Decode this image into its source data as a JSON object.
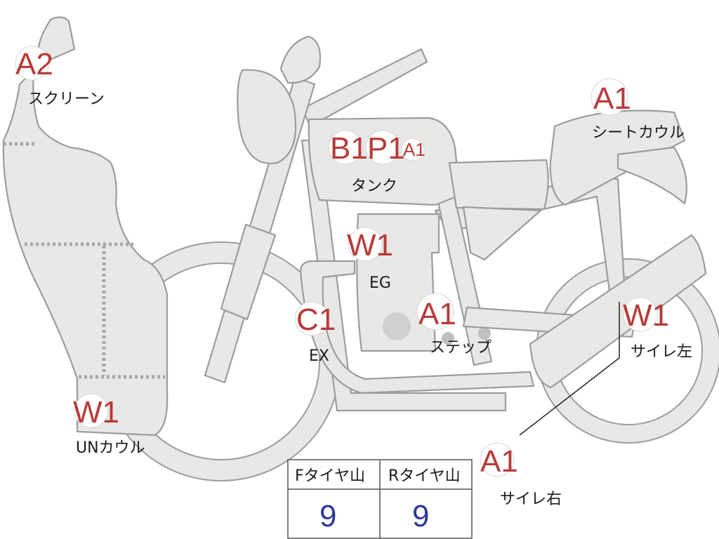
{
  "labels": {
    "screen": {
      "grade": "A2",
      "part": "スクリーン"
    },
    "seat_cowl": {
      "grade": "A1",
      "part": "シートカウル"
    },
    "tank": {
      "grades": [
        "B1",
        "P1",
        "A1"
      ],
      "part": "タンク"
    },
    "engine": {
      "grade": "W1",
      "part": "EG"
    },
    "exhaust": {
      "grade": "C1",
      "part": "EX"
    },
    "step": {
      "grade": "A1",
      "part": "ステップ"
    },
    "muffler_l": {
      "grade": "W1",
      "part": "サイレ左"
    },
    "muffler_r": {
      "grade": "A1",
      "part": "サイレ右"
    },
    "under_cowl": {
      "grade": "W1",
      "part": "UNカウル"
    }
  },
  "tire_table": {
    "headers": [
      "Fタイヤ山",
      "Rタイヤ山"
    ],
    "values": [
      "9",
      "9"
    ]
  },
  "colors": {
    "grade": "#b83a3a",
    "body_fill": "#e8e8e6",
    "outline": "#9c9c9c",
    "table_value": "#2d3a96"
  }
}
